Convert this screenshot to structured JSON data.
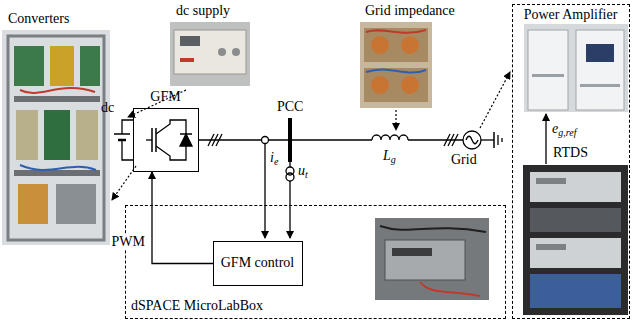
{
  "diagram": {
    "nodes": [
      {
        "text": [
          "GFM"
        ]
      },
      {
        "text": [
          "dSPACE MicroLabBox"
        ]
      },
      {
        "text": [
          "GFM control"
        ],
        "in": 1
      },
      {
        "text": [
          "Power Amplifier"
        ]
      }
    ],
    "edges": [
      {
        "from": 2,
        "to": 0,
        "arrow": "to",
        "label": "PWM"
      }
    ],
    "labels": [
      "dc supply",
      "Grid impedance",
      "Converters",
      "dc",
      "PCC",
      "ie",
      "ut",
      "Lg",
      "Grid",
      "RTDS",
      "eg,ref"
    ]
  }
}
